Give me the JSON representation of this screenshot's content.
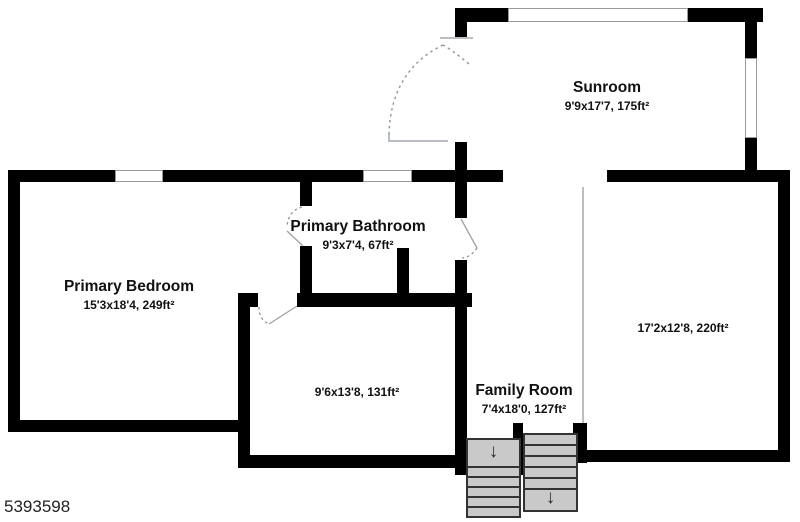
{
  "watermark": {
    "id": "5393598"
  },
  "rooms": [
    {
      "name": "Sunroom",
      "dims": "9'9x17'7, 175ft²"
    },
    {
      "name": "Primary Bathroom",
      "dims": "9'3x7'4, 67ft²"
    },
    {
      "name": "Primary Bedroom",
      "dims": "15'3x18'4, 249ft²"
    },
    {
      "name": "",
      "dims": "9'6x13'8, 131ft²"
    },
    {
      "name": "Family Room",
      "dims": "7'4x18'0, 127ft²"
    },
    {
      "name": "",
      "dims": "17'2x12'8, 220ft²"
    }
  ],
  "icons": {
    "stairs_down_arrow": "↓"
  },
  "colors": {
    "wall": "#000000",
    "stairs_fill": "#c9c9c9",
    "stairs_border": "#333333",
    "door_swing": "#8b95a3",
    "divider_line": "#b9bfc6",
    "text": "#111111",
    "background": "#ffffff"
  }
}
